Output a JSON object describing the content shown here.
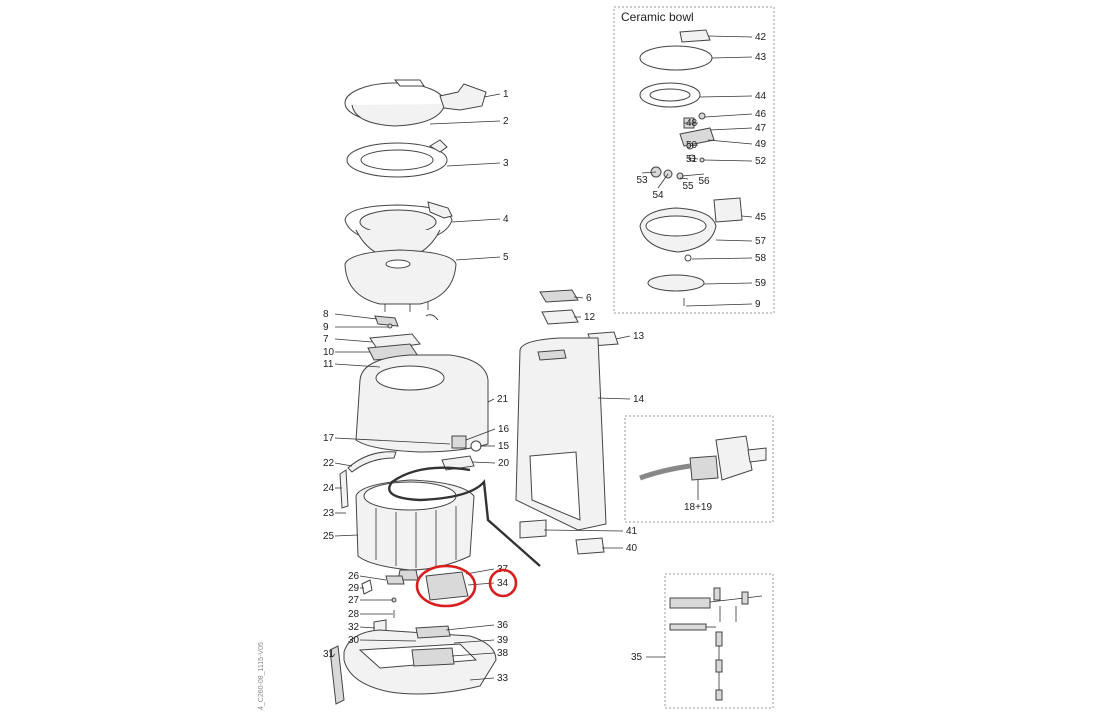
{
  "inset_ceramic_title": "Ceramic bowl",
  "side_code": "4_C260-08_1115-V05",
  "labels_main": [
    "1",
    "2",
    "3",
    "4",
    "5",
    "8",
    "9",
    "7",
    "10",
    "11",
    "21",
    "17",
    "16",
    "15",
    "20",
    "22",
    "24",
    "23",
    "25",
    "26",
    "29",
    "27",
    "28",
    "32",
    "30",
    "31",
    "37",
    "34",
    "36",
    "39",
    "38",
    "33",
    "6",
    "12",
    "13",
    "14",
    "41",
    "40"
  ],
  "labels_inset": [
    "42",
    "43",
    "44",
    "46",
    "48",
    "47",
    "50",
    "49",
    "51",
    "52",
    "53",
    "54",
    "55",
    "56",
    "45",
    "57",
    "58",
    "59",
    "9"
  ],
  "hose_label": "18+19",
  "wiring_label": "35",
  "highlight_label": "34"
}
